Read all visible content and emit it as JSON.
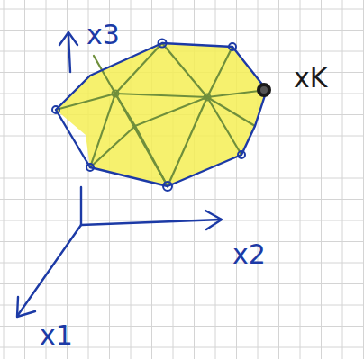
{
  "diagram": {
    "labels": [
      "x3",
      "x2",
      "x1",
      "xK"
    ]
  }
}
